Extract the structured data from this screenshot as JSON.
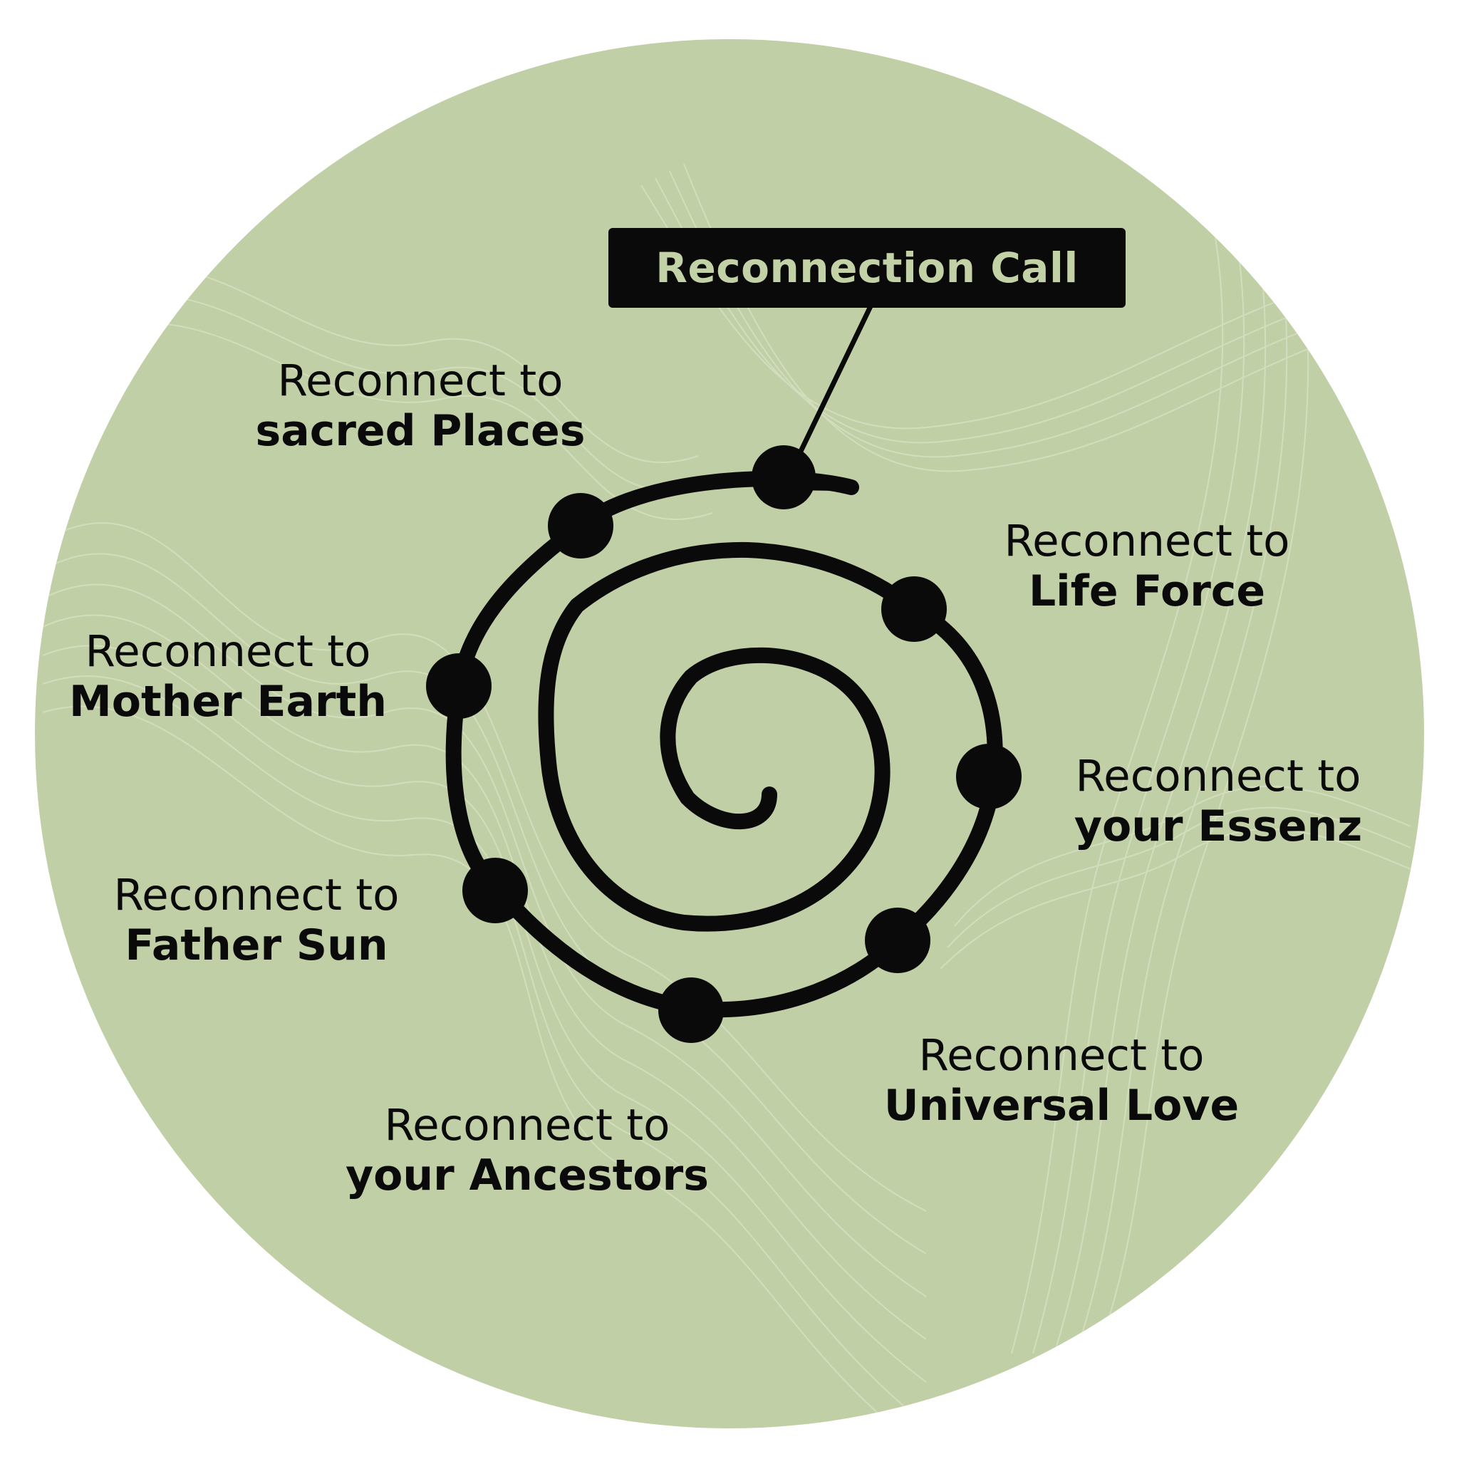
{
  "title": "Reconnection Call",
  "colors": {
    "background_circle": "#c1cfa6",
    "wave_lines": "#d6e0c2",
    "spiral": "#0a0a0a",
    "title_box": "#0a0a0a",
    "title_text": "#c3d1a6"
  },
  "labels": [
    {
      "id": "sacred-places",
      "prefix": "Reconnect to",
      "target": "sacred Places"
    },
    {
      "id": "life-force",
      "prefix": "Reconnect to",
      "target": "Life Force"
    },
    {
      "id": "mother-earth",
      "prefix": "Reconnect to",
      "target": "Mother Earth"
    },
    {
      "id": "your-essenz",
      "prefix": "Reconnect to",
      "target": "your Essenz"
    },
    {
      "id": "father-sun",
      "prefix": "Reconnect to",
      "target": "Father Sun"
    },
    {
      "id": "universal-love",
      "prefix": "Reconnect to",
      "target": "Universal Love"
    },
    {
      "id": "your-ancestors",
      "prefix": "Reconnect to",
      "target": "your Ancestors"
    }
  ]
}
